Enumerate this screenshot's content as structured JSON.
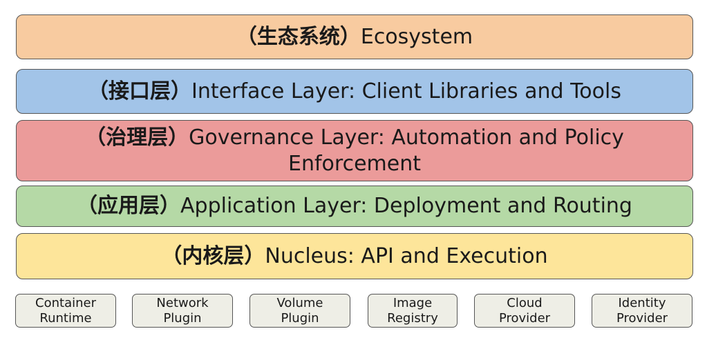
{
  "layers": [
    {
      "cn": "（生态系统）",
      "en": "Ecosystem",
      "color": "#f8cba0"
    },
    {
      "cn": "（接口层）",
      "en": "Interface Layer: Client Libraries and Tools",
      "color": "#a2c4e8"
    },
    {
      "cn": "（治理层）",
      "en": "Governance Layer: Automation and Policy Enforcement",
      "color": "#eb9b9a"
    },
    {
      "cn": "（应用层）",
      "en": "Application Layer: Deployment and Routing",
      "color": "#b5d9a6"
    },
    {
      "cn": "（内核层）",
      "en": "Nucleus: API and Execution",
      "color": "#fde59a"
    }
  ],
  "plugins": [
    {
      "line1": "Container",
      "line2": "Runtime"
    },
    {
      "line1": "Network",
      "line2": "Plugin"
    },
    {
      "line1": "Volume",
      "line2": "Plugin"
    },
    {
      "line1": "Image",
      "line2": "Registry"
    },
    {
      "line1": "Cloud",
      "line2": "Provider"
    },
    {
      "line1": "Identity",
      "line2": "Provider"
    }
  ],
  "plugin_color": "#eeeee6"
}
